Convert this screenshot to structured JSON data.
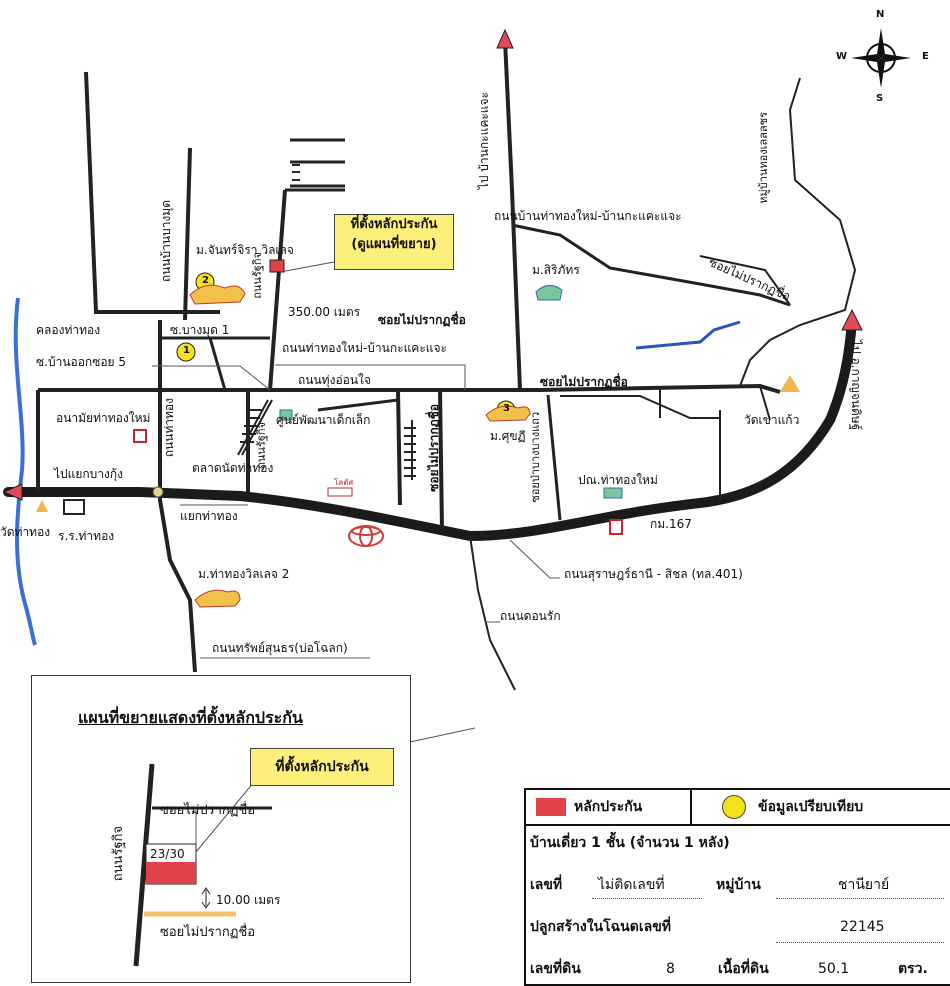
{
  "colors": {
    "road": "#222222",
    "river": "#3b6fd8",
    "river2": "#2c55b8",
    "collateral": "#e0424a",
    "comparable": "#f4e11c",
    "label_box": "#fdf07a",
    "highlight_road": "#f2c06b"
  },
  "compass": {
    "n": "N",
    "s": "S",
    "e": "E",
    "w": "W"
  },
  "callouts": {
    "collateral_title": "ที่ตั้งหลักประกัน",
    "collateral_sub": "(ดูแผนที่ขยาย)"
  },
  "labels": {
    "to_ban_kaejae": "ไป บ้านกะแคะแจะ",
    "road_tt_kaejae_top": "ถนนบ้านท่าทองใหม่-บ้านกะแคะแจะ",
    "m_siriphat": "ม.สิริภัทร",
    "soi_unnamed_right": "ซอยไม่ปรากฏชื่อ",
    "village_right": "หมู่บ้านทองเลลลชร",
    "to_kanchanadit": "ไป อ.กาญจนดิษฐ์",
    "m_chanjira": "ม.จันทร์จิรา วิลเลจ",
    "road_bangmud_v": "ถนนบ้านบางมุด",
    "road_ratkit_v": "ถนนรัฐกิจ",
    "dist_350": "350.00 เมตร",
    "soi_unnamed_mid": "ซอยไม่ปรากฏชื่อ",
    "klong_thathong": "คลองท่าทอง",
    "soi_bangmud1": "ซ.บางมุด 1",
    "soi_ban_ok5": "ซ.บ้านออกซอย 5",
    "road_tt_kaejae_mid": "ถนนท่าทองใหม่-บ้านกะแคะแจะ",
    "road_thung_on_jai": "ถนนทุ่งอ่อนใจ",
    "soi_unnamed_r2": "ซอยไม่ปรากฏชื่อ",
    "health_center": "อนามัยท่าทองใหม่",
    "road_thathong_v": "ถนนท่าทอง",
    "child_center": "ศูนย์พัฒนาเด็กเล็ก",
    "road_ratkit_v2": "ถนนรัฐกิจ",
    "soi_unnamed_v": "ซอยไม่ปรากฏชื่อ",
    "m_sukhothai": "ม.ศุขฏี",
    "soi_na_thung": "ซอยป่าบางบางแถว",
    "wat_khao_kaew": "วัดเขาแก้ว",
    "to_bang_kung": "ไปแยกบางกุ้ง",
    "market": "ตลาดนัดท่าทอง",
    "lotus": "โลตัส",
    "post_office": "ปณ.ท่าทองใหม่",
    "km167": "กม.167",
    "wat_thathong": "วัดท่าทอง",
    "school": "ร.ร.ท่าทอง",
    "yaek_thathong": "แยกท่าทอง",
    "road_surat_sichon": "ถนนสุราษฎร์ธานี - สิชล (ทล.401)",
    "m_thathong_village2": "ม.ท่าทองวิลเลจ 2",
    "road_don_rak": "ถนนดอนรัก",
    "road_sap_sunthon": "ถนนทรัพย์สุนธร(บ่อโฉลก)",
    "marker1": "1",
    "marker2": "2",
    "marker3": "3"
  },
  "inset": {
    "title": "แผนที่ขยายแสดงที่ตั้งหลักประกัน",
    "callout": "ที่ตั้งหลักประกัน",
    "soi_top": "ซอยไม่ปรากฏชื่อ",
    "soi_bottom": "ซอยไม่ปรากฏชื่อ",
    "road_ratkit": "ถนนรัฐกิจ",
    "plot_no": "23/30",
    "distance": "10.00 เมตร"
  },
  "legend": {
    "collateral": "หลักประกัน",
    "comparable": "ข้อมูลเปรียบเทียบ",
    "building": "บ้านเดี่ยว 1 ชั้น (จำนวน 1 หลัง)",
    "house_no_label": "เลขที่",
    "house_no_value": "ไม่ติดเลขที่",
    "village_label": "หมู่บ้าน",
    "village_value": "ชานียาย์",
    "deed_label": "ปลูกสร้างในโฉนดเลขที่",
    "deed_value": "22145",
    "land_no_label": "เลขที่ดิน",
    "land_no_value": "8",
    "area_label": "เนื้อที่ดิน",
    "area_value": "50.1",
    "area_unit": "ตรว."
  }
}
